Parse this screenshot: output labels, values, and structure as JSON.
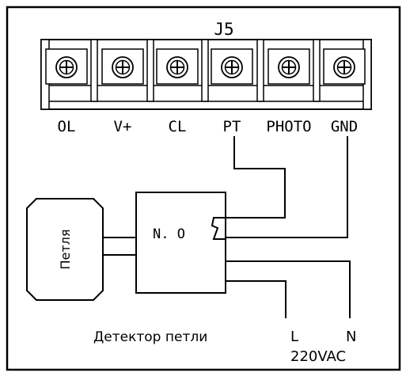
{
  "connector": {
    "title": "J5",
    "terminals": [
      {
        "label": "OL"
      },
      {
        "label": "V+"
      },
      {
        "label": "CL"
      },
      {
        "label": "PT"
      },
      {
        "label": "PHOTO"
      },
      {
        "label": "GND"
      }
    ]
  },
  "loop": {
    "label": "Петля"
  },
  "detector": {
    "contact_label": "N. O",
    "caption": "Детектор петли"
  },
  "power": {
    "line_label": "L",
    "neutral_label": "N",
    "supply_label": "220VAC"
  },
  "colors": {
    "ink": "#000000",
    "paper": "#ffffff"
  }
}
